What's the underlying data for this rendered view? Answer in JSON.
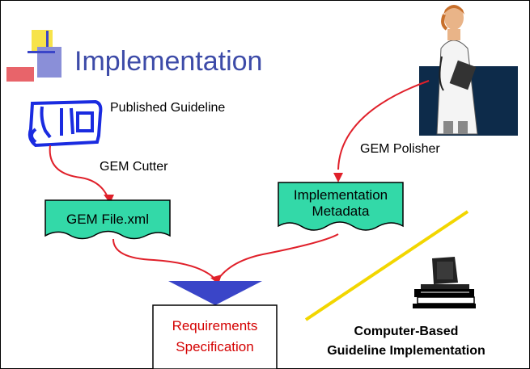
{
  "title": "Implementation",
  "labels": {
    "published_guideline": "Published Guideline",
    "gem_cutter": "GEM Cutter",
    "gem_polisher": "GEM Polisher"
  },
  "boxes": {
    "gem_file": "GEM File.xml",
    "implementation_metadata_line1": "Implementation",
    "implementation_metadata_line2": "Metadata",
    "requirements_line1": "Requirements",
    "requirements_line2": "Specification"
  },
  "computer_based": {
    "line1": "Computer-Based",
    "line2": "Guideline Implementation"
  },
  "colors": {
    "title": "#3d4ba8",
    "document_fill": "#33d9a8",
    "arrow": "#e0202a",
    "triangle": "#3a45c8",
    "requirements_text": "#d40000",
    "diagonal_line": "#f2d600"
  },
  "icons": {
    "logo": "bullet-squares-icon",
    "scroll": "scroll-icon",
    "doctor": "doctor-icon",
    "computer": "computer-icon"
  }
}
